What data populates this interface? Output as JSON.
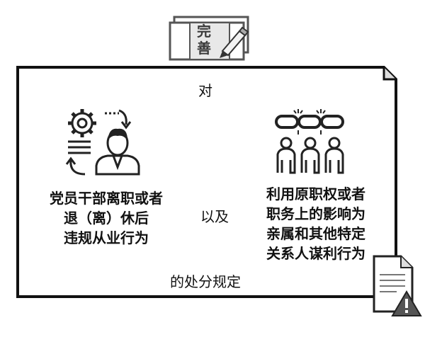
{
  "badge": {
    "line1": "完",
    "line2": "善"
  },
  "frame": {
    "top_title": "对",
    "bottom_title": "的处分规定",
    "connector": "以及",
    "left_block": {
      "lines": [
        "党员干部离职或者",
        "退（离）休后",
        "违规从业行为"
      ]
    },
    "right_block": {
      "lines": [
        "利用原职权或者",
        "职务上的影响为",
        "亲属和其他特定",
        "关系人谋利行为"
      ]
    }
  },
  "icons": {
    "badge_icon": "pencil-icon",
    "left_icon": "person-with-gear-icon",
    "right_icon": "broken-chain-people-icon",
    "corner_icon": "document-warning-icon"
  }
}
